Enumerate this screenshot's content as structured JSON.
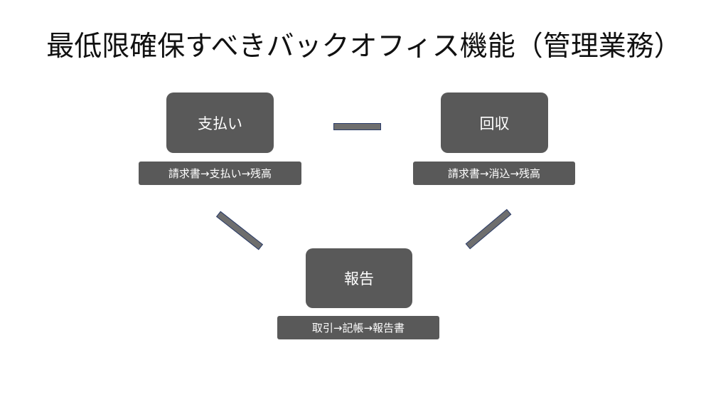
{
  "title": "最低限確保すべきバックオフィス機能（管理業務）",
  "nodes": {
    "payment": {
      "label": "支払い",
      "flow": "請求書→支払い→残高"
    },
    "collection": {
      "label": "回収",
      "flow": "請求書→消込→残高"
    },
    "reporting": {
      "label": "報告",
      "flow": "取引→記帳→報告書"
    }
  },
  "colors": {
    "box": "#595959",
    "connector_fill": "#6e6e6e",
    "connector_border": "#2b3d6b",
    "text_light": "#ffffff",
    "title": "#111111"
  }
}
